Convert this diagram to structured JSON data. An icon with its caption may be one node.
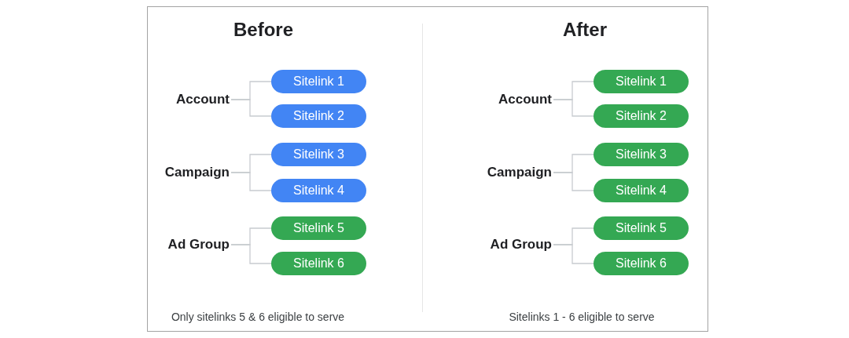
{
  "diagram": {
    "nodes": [
      {
        "text": [
          "Account"
        ]
      },
      {
        "text": [
          "Sitelink 1"
        ]
      },
      {
        "text": [
          "Sitelink 2"
        ]
      },
      {
        "text": [
          "Campaign"
        ]
      },
      {
        "text": [
          "Sitelink 3"
        ]
      },
      {
        "text": [
          "Sitelink 4"
        ]
      },
      {
        "text": [
          "Ad Group"
        ]
      },
      {
        "text": [
          "Sitelink 5"
        ]
      },
      {
        "text": [
          "Sitelink 6"
        ]
      },
      {
        "text": [
          "Account"
        ]
      },
      {
        "text": [
          "Sitelink 1"
        ]
      },
      {
        "text": [
          "Sitelink 2"
        ]
      },
      {
        "text": [
          "Campaign"
        ]
      },
      {
        "text": [
          "Sitelink 3"
        ]
      },
      {
        "text": [
          "Sitelink 4"
        ]
      },
      {
        "text": [
          "Ad Group"
        ]
      },
      {
        "text": [
          "Sitelink 5"
        ]
      },
      {
        "text": [
          "Sitelink 6"
        ]
      }
    ],
    "edges": [
      {
        "from": 0,
        "to": 1,
        "arrow": "none"
      },
      {
        "from": 0,
        "to": 2,
        "arrow": "none"
      },
      {
        "from": 3,
        "to": 4,
        "arrow": "none"
      },
      {
        "from": 3,
        "to": 5,
        "arrow": "none"
      },
      {
        "from": 6,
        "to": 7,
        "arrow": "none"
      },
      {
        "from": 6,
        "to": 8,
        "arrow": "none"
      },
      {
        "from": 9,
        "to": 10,
        "arrow": "none"
      },
      {
        "from": 9,
        "to": 11,
        "arrow": "none"
      },
      {
        "from": 12,
        "to": 13,
        "arrow": "none"
      },
      {
        "from": 12,
        "to": 14,
        "arrow": "none"
      },
      {
        "from": 15,
        "to": 16,
        "arrow": "none"
      },
      {
        "from": 15,
        "to": 17,
        "arrow": "none"
      }
    ],
    "labels": [
      "Before",
      "After",
      "Only sitelinks 5 & 6 eligible to serve",
      "Sitelinks 1 - 6 eligible to serve"
    ]
  }
}
